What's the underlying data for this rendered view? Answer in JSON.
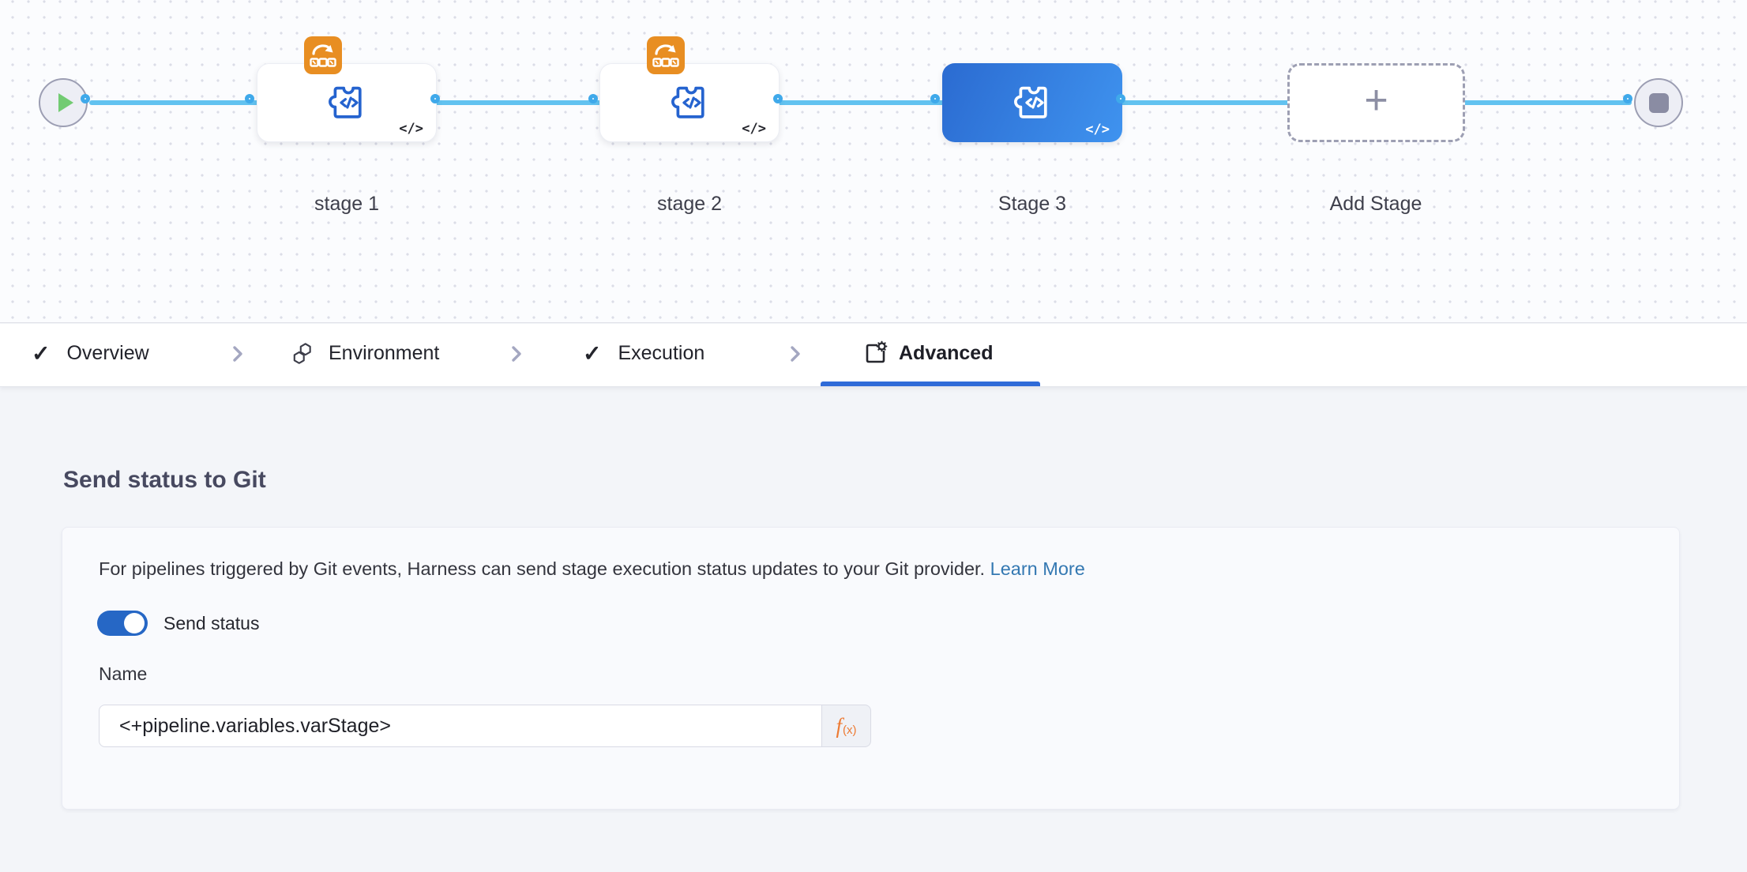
{
  "pipeline_canvas": {
    "stages": [
      {
        "label": "stage 1",
        "type": "custom-stage",
        "selected": false,
        "has_badge": true
      },
      {
        "label": "stage 2",
        "type": "custom-stage",
        "selected": false,
        "has_badge": true
      },
      {
        "label": "Stage 3",
        "type": "custom-stage",
        "selected": true,
        "has_badge": false
      },
      {
        "label": "Add Stage",
        "type": "add-stage"
      }
    ],
    "code_glyph": "</>",
    "plus_glyph": "+"
  },
  "tab_bar": {
    "tabs": [
      {
        "label": "Overview",
        "icon": "check",
        "active": false
      },
      {
        "label": "Environment",
        "icon": "hexagons",
        "active": false
      },
      {
        "label": "Execution",
        "icon": "check",
        "active": false
      },
      {
        "label": "Advanced",
        "icon": "square-gear",
        "active": true
      }
    ],
    "check_glyph": "✓"
  },
  "advanced_panel": {
    "section_title": "Send status to Git",
    "description": "For pipelines triggered by Git events, Harness can send stage execution status updates to your Git provider.",
    "learn_more_label": "Learn More",
    "send_status_toggle": {
      "label": "Send status",
      "on": true
    },
    "name_field": {
      "label": "Name",
      "value": "<+pipeline.variables.varStage>"
    },
    "expression_button": {
      "f": "f",
      "sub": "(x)"
    }
  },
  "colors": {
    "active_tab_underline": "#2F6BD8",
    "selected_stage_gradient": [
      "#2B6BD1",
      "#3F93EF"
    ],
    "stage_icon_blue": "#2563CF",
    "badge_orange": "#E88E22",
    "connector_line_blue": "#62C2F0",
    "connector_dot_ring": "#3FA9EA",
    "toggle_blue": "#2667C5",
    "link_blue": "#3478B2",
    "expression_orange": "#ED7A33",
    "play_green": "#72CB72"
  }
}
